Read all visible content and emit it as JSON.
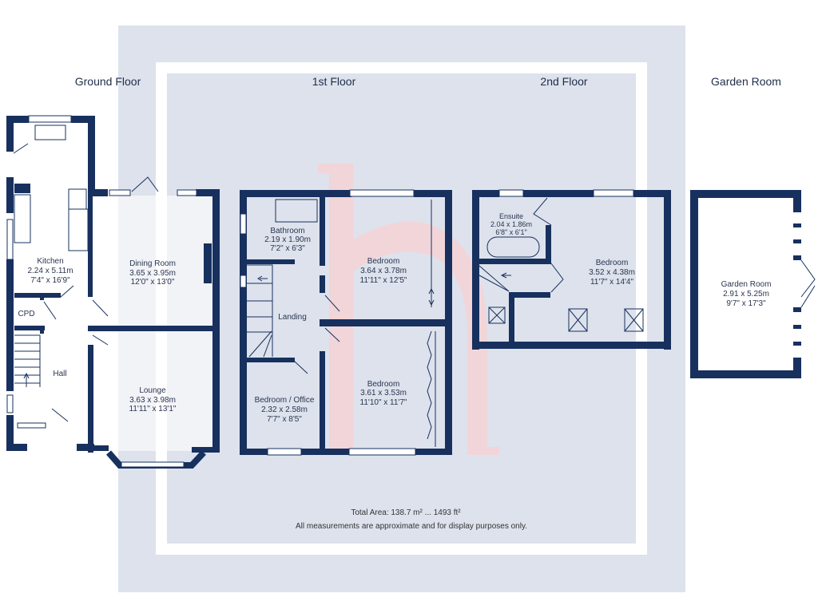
{
  "floors": {
    "ground": {
      "title": "Ground Floor",
      "rooms": {
        "kitchen": {
          "name": "Kitchen",
          "metric": "2.24 x 5.11m",
          "imperial": "7'4\" x 16'9\""
        },
        "dining": {
          "name": "Dining Room",
          "metric": "3.65 x 3.95m",
          "imperial": "12'0\" x 13'0\""
        },
        "cpd": {
          "name": "CPD"
        },
        "hall": {
          "name": "Hall"
        },
        "lounge": {
          "name": "Lounge",
          "metric": "3.63 x 3.98m",
          "imperial": "11'11\" x 13'1\""
        }
      }
    },
    "first": {
      "title": "1st Floor",
      "rooms": {
        "bathroom": {
          "name": "Bathroom",
          "metric": "2.19 x 1.90m",
          "imperial": "7'2\" x 6'3\""
        },
        "bedroom1": {
          "name": "Bedroom",
          "metric": "3.64 x 3.78m",
          "imperial": "11'11\" x 12'5\""
        },
        "landing": {
          "name": "Landing"
        },
        "office": {
          "name": "Bedroom / Office",
          "metric": "2.32 x 2.58m",
          "imperial": "7'7\" x 8'5\""
        },
        "bedroom2": {
          "name": "Bedroom",
          "metric": "3.61 x 3.53m",
          "imperial": "11'10\" x 11'7\""
        }
      }
    },
    "second": {
      "title": "2nd Floor",
      "rooms": {
        "ensuite": {
          "name": "Ensuite",
          "metric": "2.04 x 1.86m",
          "imperial": "6'8\" x 6'1\""
        },
        "bedroom": {
          "name": "Bedroom",
          "metric": "3.52 x 4.38m",
          "imperial": "11'7\" x 14'4\""
        }
      }
    },
    "garden": {
      "title": "Garden Room",
      "rooms": {
        "garden_room": {
          "name": "Garden Room",
          "metric": "2.91 x 5.25m",
          "imperial": "9'7\" x 17'3\""
        }
      }
    }
  },
  "footer": {
    "total_area": "Total Area: 138.7 m² ... 1493 ft²",
    "disclaimer": "All measurements are approximate and for display purposes only."
  },
  "colors": {
    "wall": "#17305e",
    "overlay": "#dde2ec",
    "watermark": "#f6c9cc"
  }
}
